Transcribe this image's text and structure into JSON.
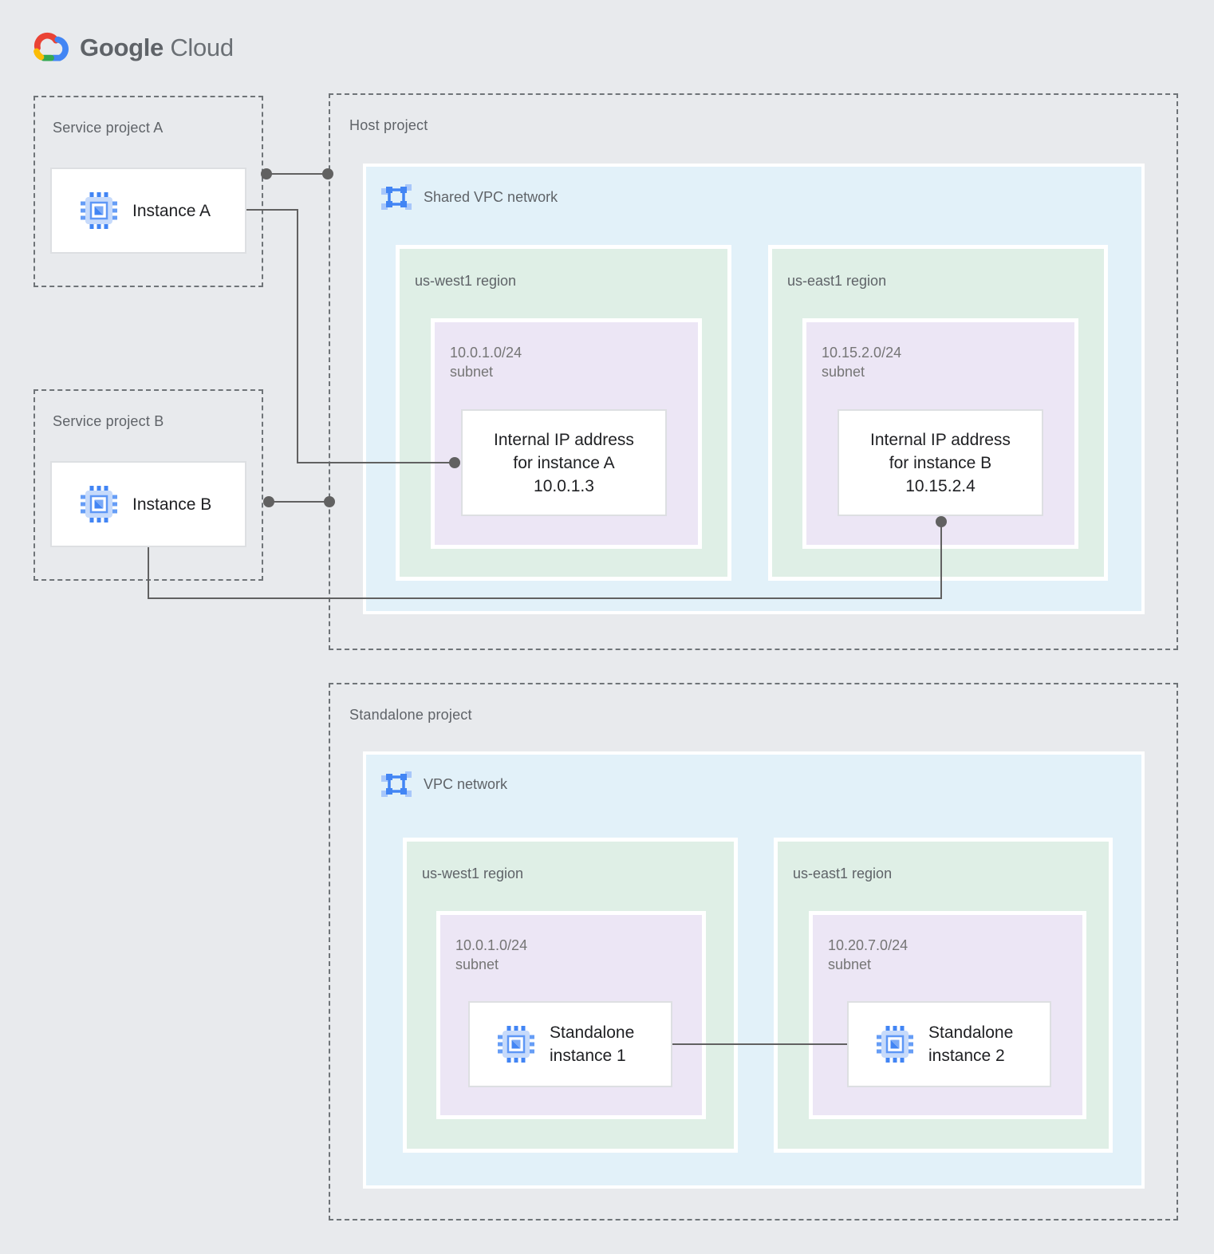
{
  "logo": {
    "brand": "Google",
    "product": "Cloud"
  },
  "palette": {
    "background": "#E8EAED",
    "network_blue": "#E2F1F9",
    "region_green": "#DFEFE6",
    "subnet_lavender": "#ECE6F5",
    "connector_gray": "#616161",
    "label_gray": "#5F6368",
    "text_dark": "#202124",
    "google_blue": "#4285F4",
    "google_red": "#EA4335",
    "google_yellow": "#FBBC05",
    "google_green": "#34A853"
  },
  "service_project_a": {
    "label": "Service project A",
    "instance_label": "Instance A"
  },
  "service_project_b": {
    "label": "Service project B",
    "instance_label": "Instance B"
  },
  "host_project": {
    "label": "Host project",
    "network_label": "Shared VPC network",
    "regions": [
      {
        "label": "us-west1 region",
        "subnet_cidr": "10.0.1.0/24",
        "subnet_word": "subnet",
        "card_lines": [
          "Internal IP address",
          "for instance A",
          "10.0.1.3"
        ]
      },
      {
        "label": "us-east1 region",
        "subnet_cidr": "10.15.2.0/24",
        "subnet_word": "subnet",
        "card_lines": [
          "Internal IP address",
          "for instance B",
          "10.15.2.4"
        ]
      }
    ]
  },
  "standalone_project": {
    "label": "Standalone project",
    "network_label": "VPC network",
    "regions": [
      {
        "label": "us-west1 region",
        "subnet_cidr": "10.0.1.0/24",
        "subnet_word": "subnet",
        "instance_lines": [
          "Standalone",
          "instance 1"
        ]
      },
      {
        "label": "us-east1 region",
        "subnet_cidr": "10.20.7.0/24",
        "subnet_word": "subnet",
        "instance_lines": [
          "Standalone",
          "instance 2"
        ]
      }
    ]
  }
}
